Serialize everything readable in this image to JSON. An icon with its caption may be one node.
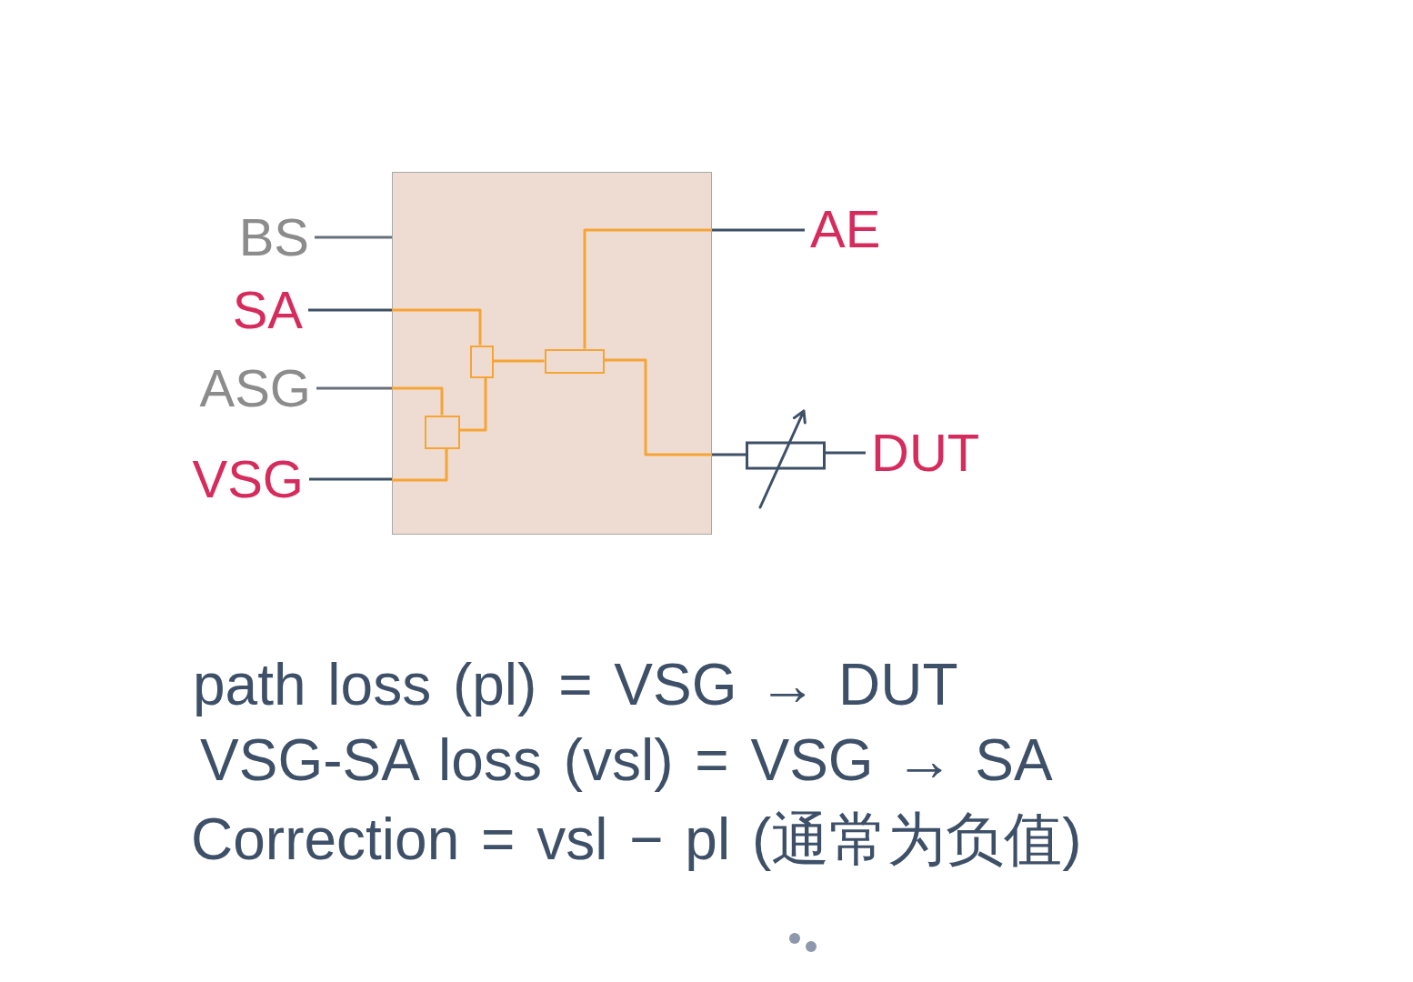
{
  "diagram": {
    "nodes": [
      {
        "text": [
          "BS"
        ]
      },
      {
        "text": [
          "SA"
        ]
      },
      {
        "text": [
          "ASG"
        ]
      },
      {
        "text": [
          "VSG"
        ]
      },
      {
        "text": [],
        "shape": "box"
      },
      {
        "text": [],
        "shape": "box",
        "in": 4
      },
      {
        "text": [],
        "shape": "box",
        "in": 4
      },
      {
        "text": [],
        "shape": "box",
        "in": 4
      },
      {
        "text": [
          "AE"
        ]
      },
      {
        "text": [],
        "shape": "resistor"
      },
      {
        "text": [
          "DUT"
        ]
      }
    ],
    "edges": [
      {
        "from": 0,
        "to": 4,
        "arrow": "none",
        "color": "#66707a"
      },
      {
        "from": 1,
        "to": 4,
        "arrow": "none",
        "color": "#3e5068"
      },
      {
        "from": 2,
        "to": 4,
        "arrow": "none",
        "color": "#66707a"
      },
      {
        "from": 3,
        "to": 4,
        "arrow": "none",
        "color": "#3e5068"
      },
      {
        "from": 4,
        "to": 8,
        "arrow": "none",
        "color": "#3e5068"
      },
      {
        "from": 4,
        "to": 9,
        "arrow": "none",
        "color": "#3e5068"
      },
      {
        "from": 9,
        "to": 10,
        "arrow": "none",
        "color": "#3e5068"
      },
      {
        "from": 4,
        "to": 5,
        "arrow": "none"
      },
      {
        "from": 4,
        "to": 7,
        "arrow": "none"
      },
      {
        "from": 4,
        "to": 7,
        "arrow": "none"
      },
      {
        "from": 7,
        "to": 5,
        "arrow": "none"
      },
      {
        "from": 5,
        "to": 6,
        "arrow": "none"
      },
      {
        "from": 6,
        "to": 4,
        "arrow": "none"
      },
      {
        "from": 6,
        "to": 4,
        "arrow": "none"
      }
    ],
    "labels": [
      "path loss (pl) = VSG → DUT",
      "VSG-SA loss (vsl) = VSG → SA",
      "Correction = vsl − pl (通常为负值)"
    ]
  }
}
